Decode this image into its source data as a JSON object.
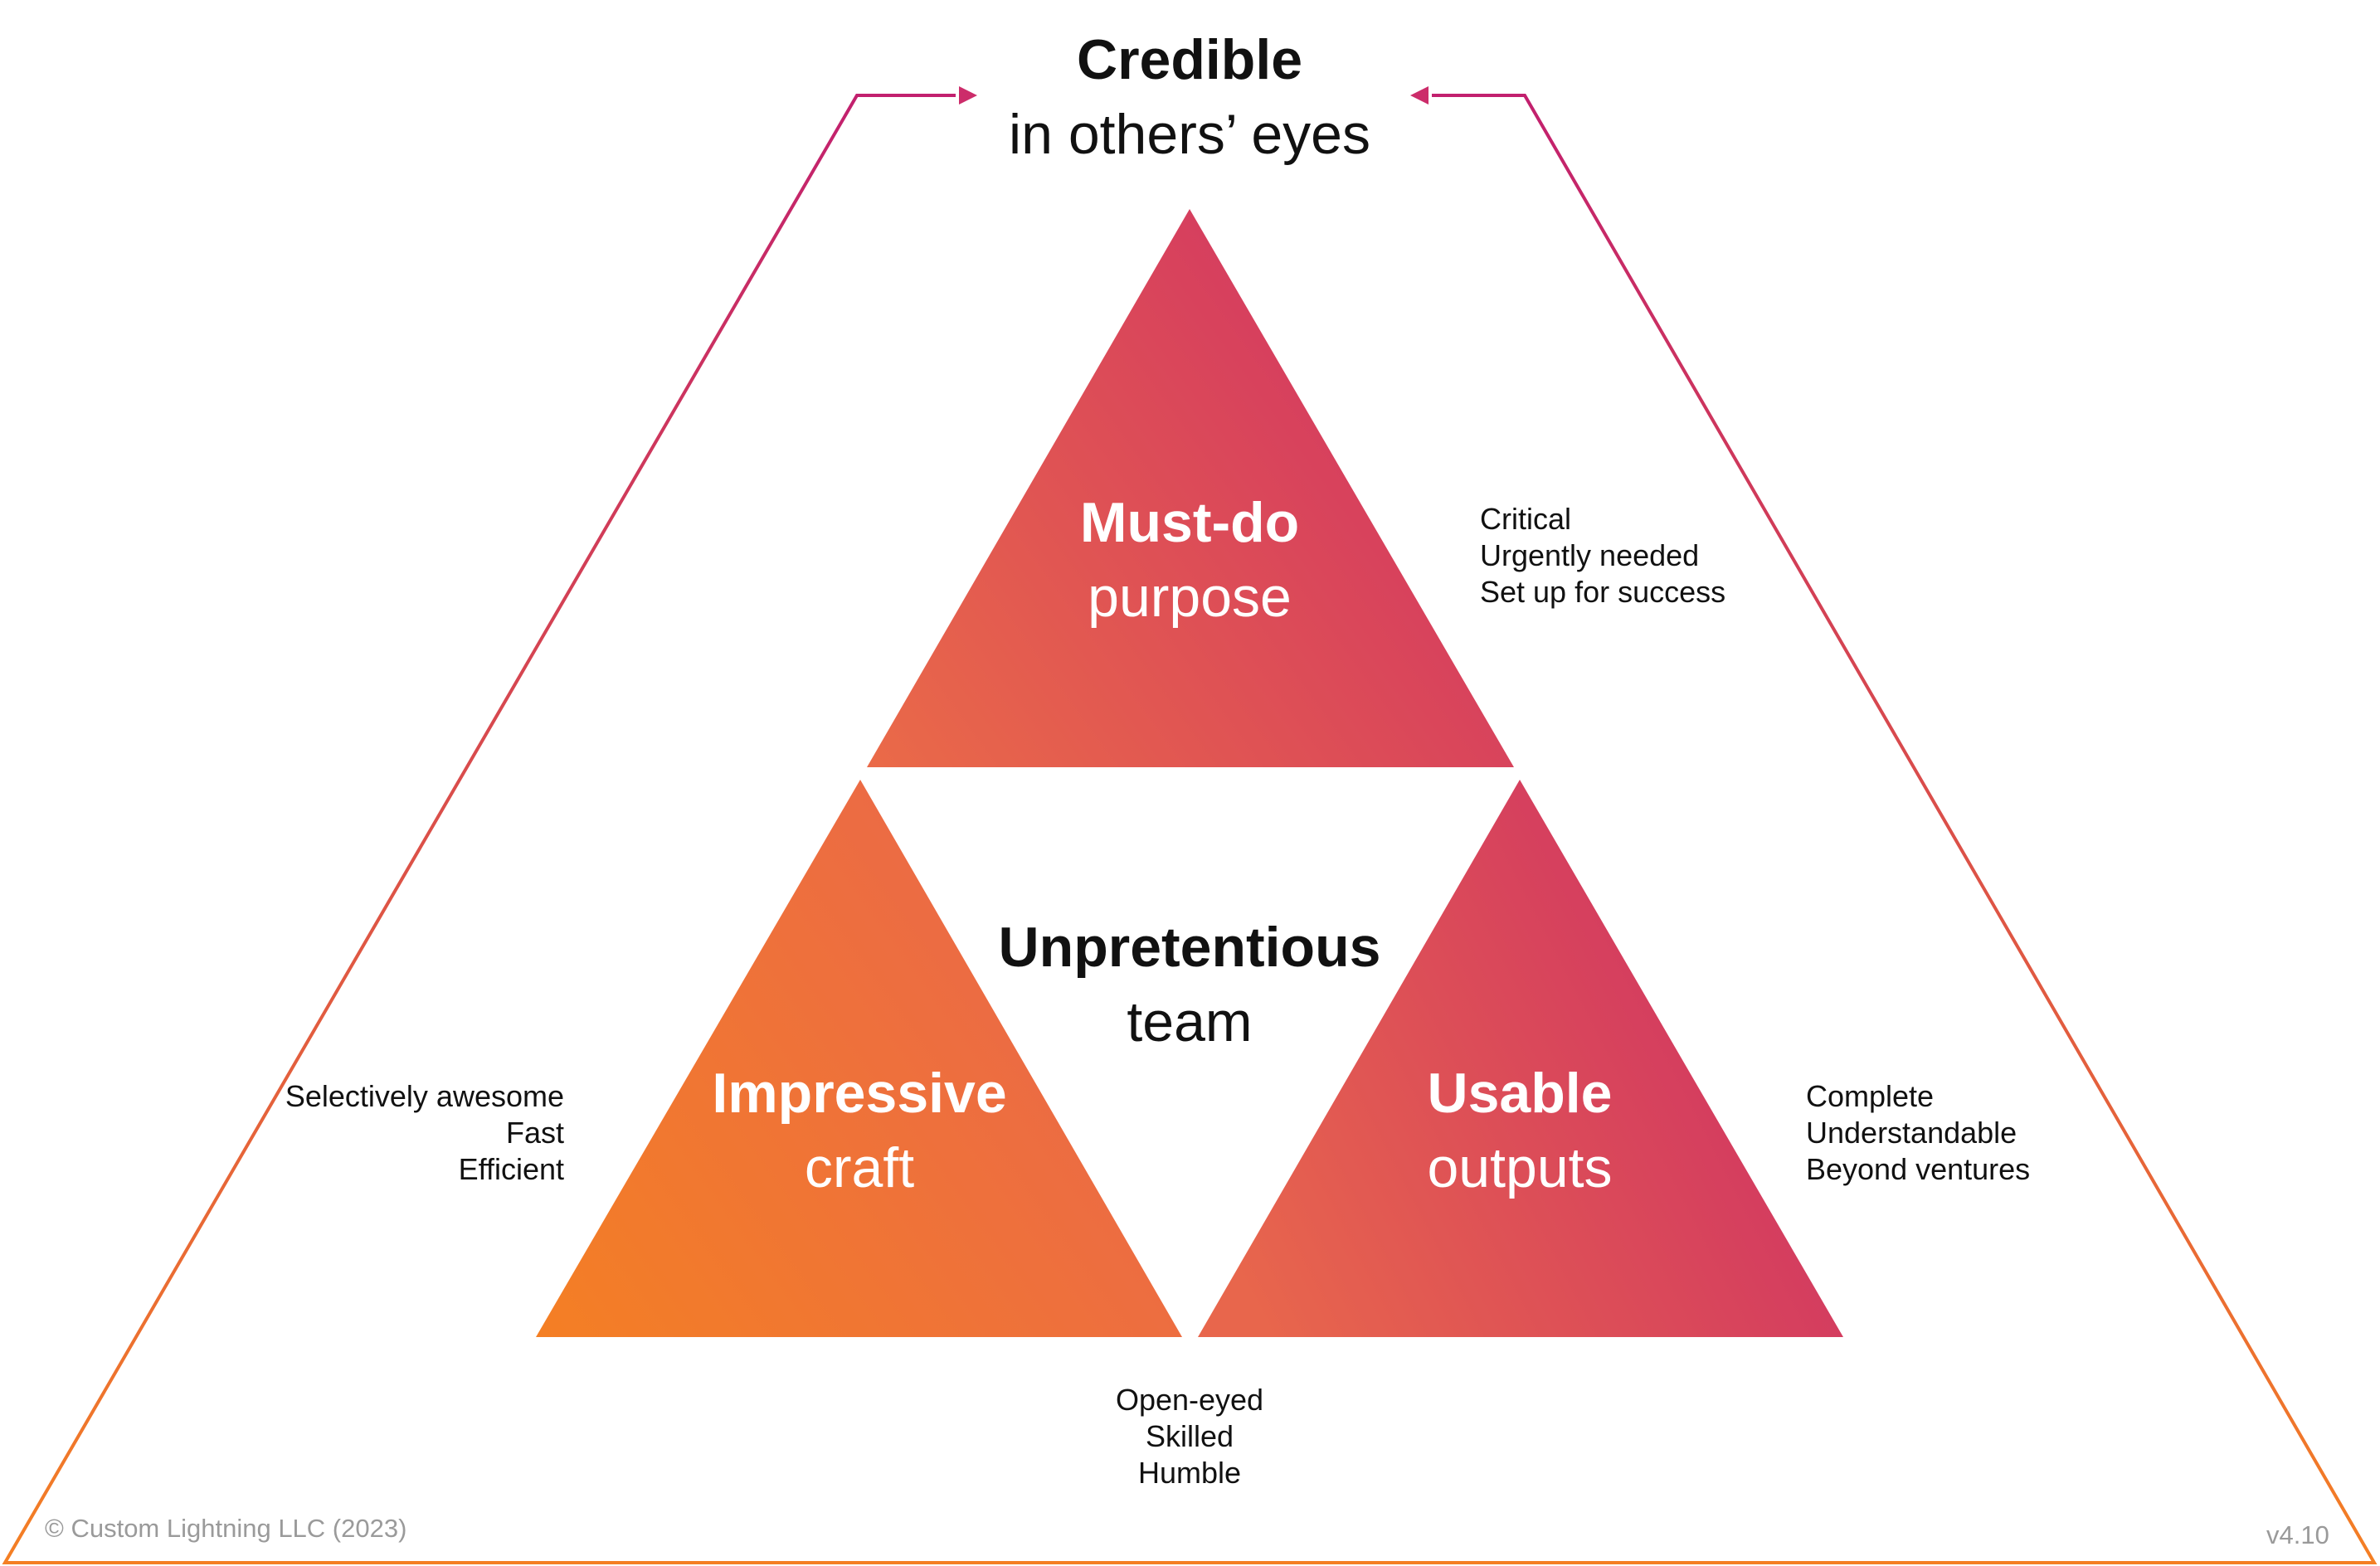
{
  "top": {
    "title": "Credible",
    "subtitle": "in others’ eyes"
  },
  "center": {
    "title": "Unpretentious",
    "subtitle": "team"
  },
  "triangles": {
    "top": {
      "title": "Must-do",
      "subtitle": "purpose"
    },
    "left": {
      "title": "Impressive",
      "subtitle": "craft"
    },
    "right": {
      "title": "Usable",
      "subtitle": "outputs"
    }
  },
  "lists": {
    "purpose": [
      "Critical",
      "Urgently needed",
      "Set up for success"
    ],
    "craft": [
      "Selectively awesome",
      "Fast",
      "Efficient"
    ],
    "outputs": [
      "Complete",
      "Understandable",
      "Beyond ventures"
    ],
    "team": [
      "Open-eyed",
      "Skilled",
      "Humble"
    ]
  },
  "footer": {
    "copyright": "© Custom Lightning LLC (2023)",
    "version": "v4.10"
  },
  "colors": {
    "magenta": "#c8266a",
    "orange": "#f47f24",
    "pink": "#d23c62"
  }
}
